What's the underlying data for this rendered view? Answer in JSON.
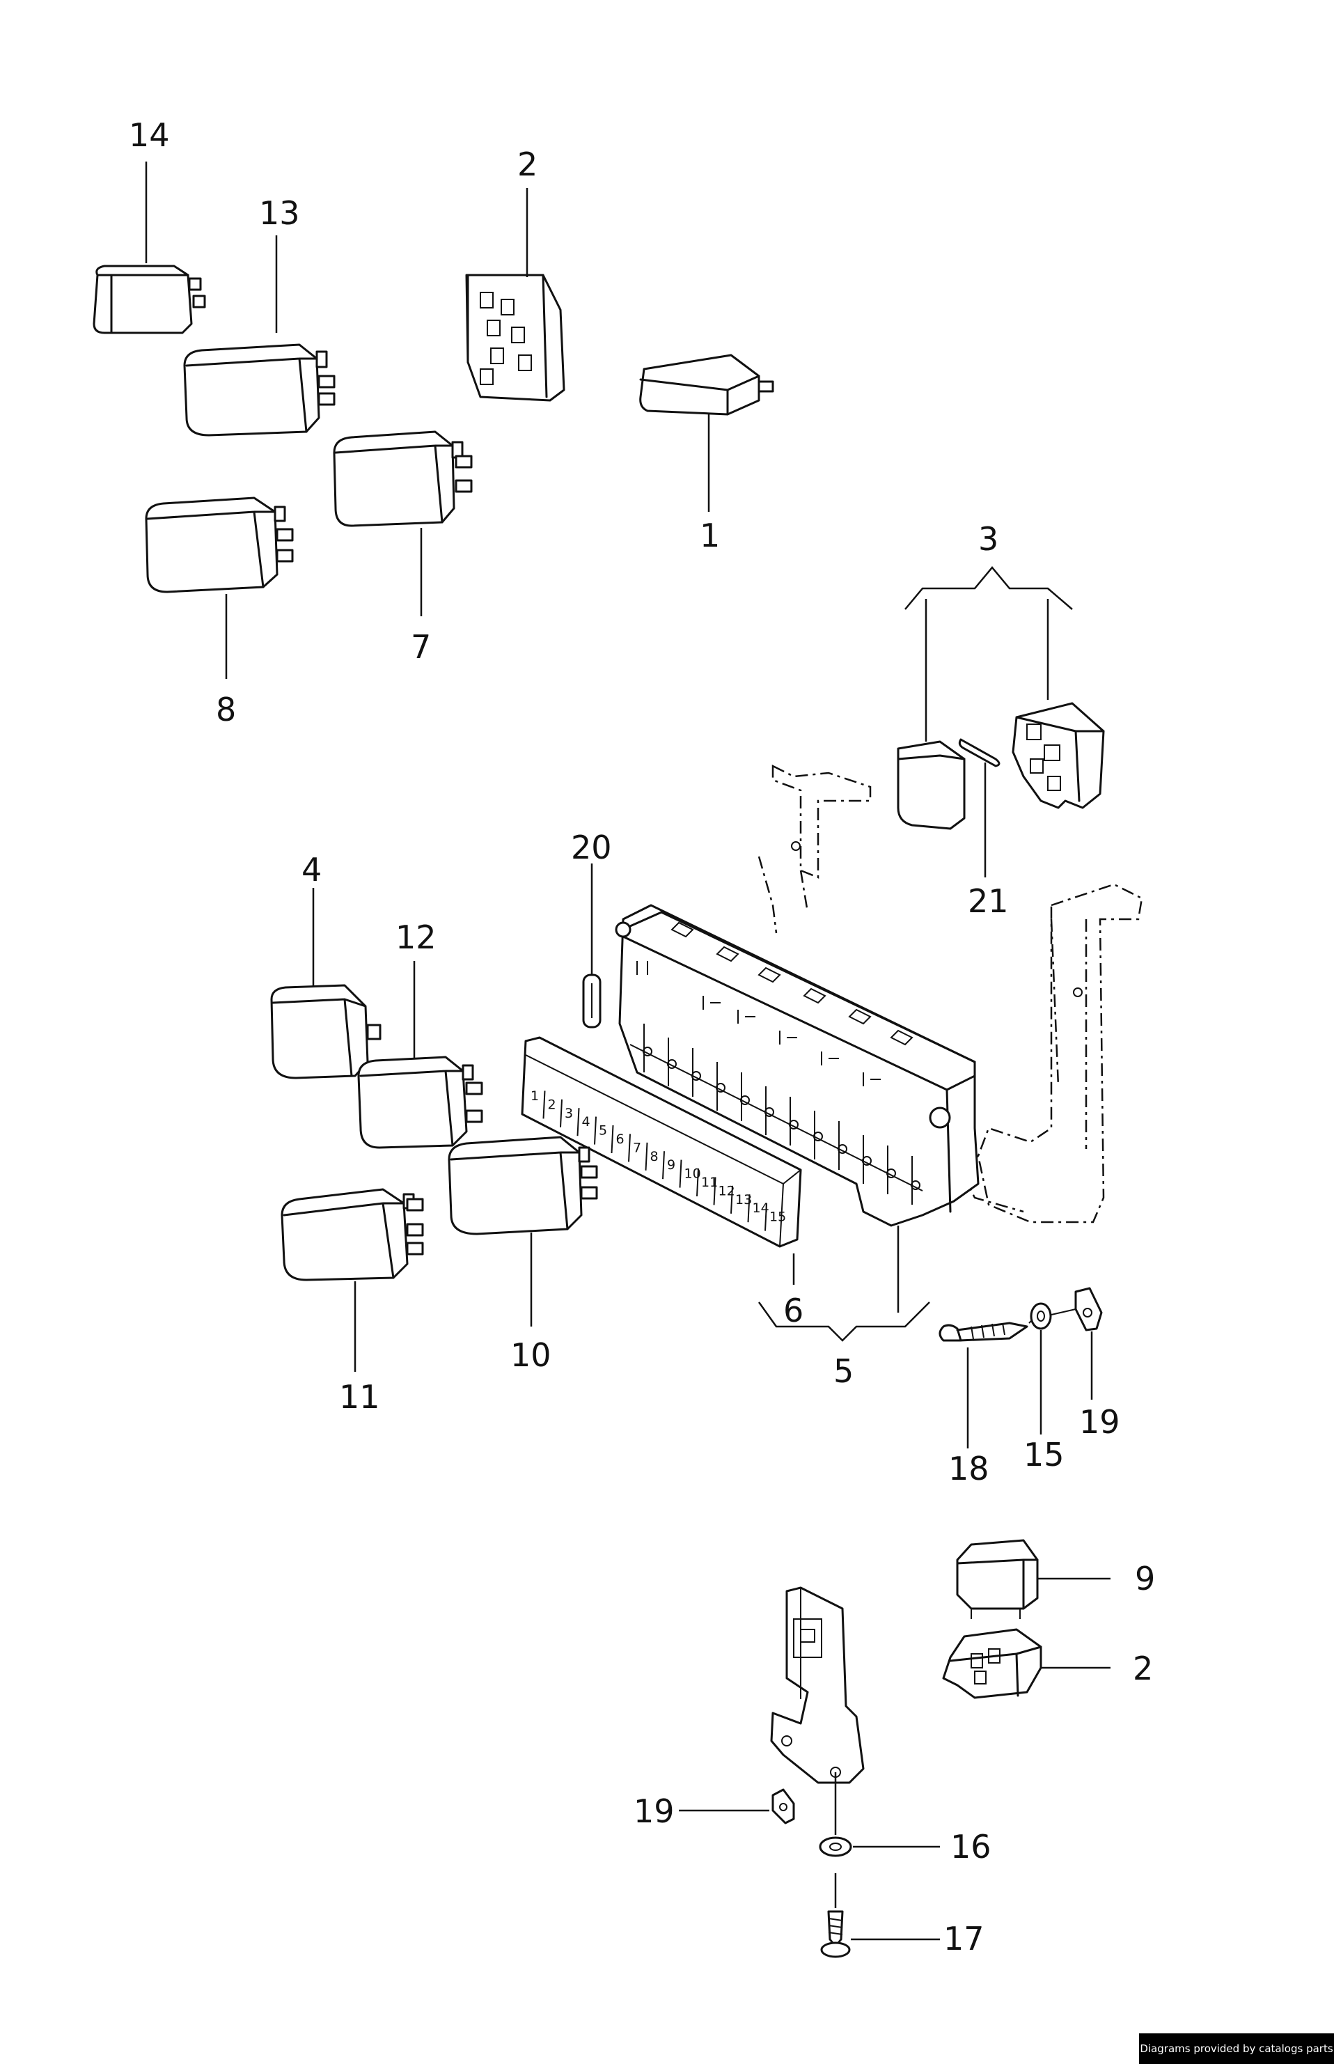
{
  "callouts": {
    "c1": "1",
    "c2a": "2",
    "c2b": "2",
    "c3": "3",
    "c4": "4",
    "c5": "5",
    "c6": "6",
    "c7": "7",
    "c8": "8",
    "c9": "9",
    "c10": "10",
    "c11": "11",
    "c12": "12",
    "c13": "13",
    "c14": "14",
    "c15": "15",
    "c16": "16",
    "c17": "17",
    "c18": "18",
    "c19a": "19",
    "c19b": "19",
    "c20": "20",
    "c21": "21"
  },
  "fuse_strip_numbers": [
    "1",
    "2",
    "3",
    "4",
    "5",
    "6",
    "7",
    "8",
    "9",
    "10",
    "11",
    "12",
    "13",
    "14",
    "15"
  ],
  "footer": {
    "credit": "Diagrams provided by catalogs parts"
  }
}
